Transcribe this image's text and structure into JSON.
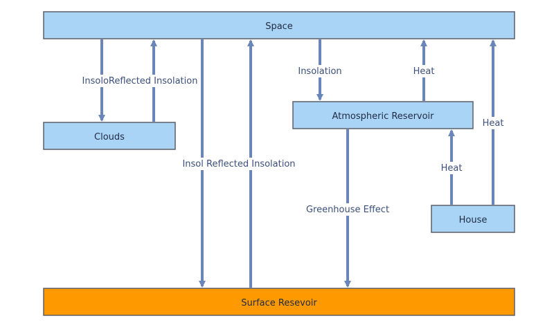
{
  "colors": {
    "box_fill": "#a9d4f5",
    "box_stroke": "#5a5f66",
    "surface_fill": "#ff9900",
    "arrow": "#6a86b8",
    "edge_text": "#3b4f7a",
    "box_text": "#1f2a44"
  },
  "nodes": {
    "space": "Space",
    "clouds": "Clouds",
    "atmospheric": "Atmospheric Reservoir",
    "house": "House",
    "surface": "Surface Resevoir"
  },
  "edges": {
    "space_to_clouds": "",
    "clouds_to_space": "InsoloReflected Insolation",
    "space_to_surface": "",
    "surface_to_space": "Insol Reflected Insolation",
    "space_to_atmos": "Insolation",
    "atmos_to_space": "Heat",
    "house_to_space": "Heat",
    "house_to_atmos": "Heat",
    "atmos_to_surface": "Greenhouse Effect"
  }
}
